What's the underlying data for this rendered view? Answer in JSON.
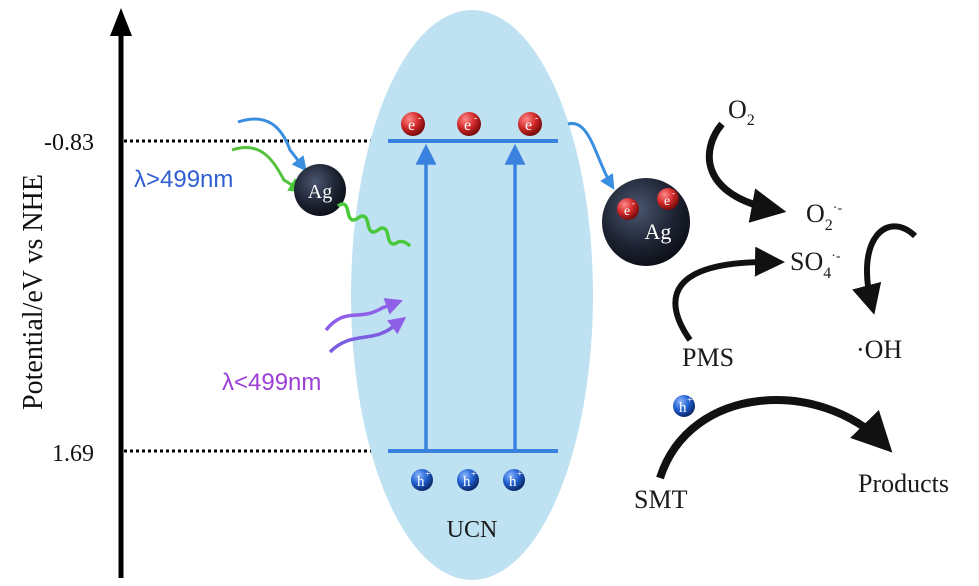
{
  "axis": {
    "ylabel": "Potential/eV vs NHE",
    "tick_top": "-0.83",
    "tick_bottom": "1.69"
  },
  "semiconductor": {
    "name": "UCN",
    "electron_symbol": "e",
    "hole_symbol": "h"
  },
  "light": {
    "visible": "λ>499nm",
    "uv": "λ<499nm"
  },
  "silver": {
    "label_small": "Ag",
    "label_large": "Ag"
  },
  "reactions": {
    "o2": "O",
    "o2_sub": "2",
    "superoxide": "O",
    "superoxide_sub": "2",
    "superoxide_sup": "·-",
    "sulfate": "SO",
    "sulfate_sub": "4",
    "sulfate_sup": "·-",
    "hydroxyl": "·OH",
    "pms": "PMS",
    "smt": "SMT",
    "products": "Products"
  },
  "colors": {
    "ellipse": "#bfe2f2",
    "band": "#3b82e0",
    "electron": "#d32a2a",
    "hole": "#1f5fcf",
    "visible_light": "#2f6ad6",
    "uv_light": "#a34bd8",
    "ag": "#1e2433"
  }
}
